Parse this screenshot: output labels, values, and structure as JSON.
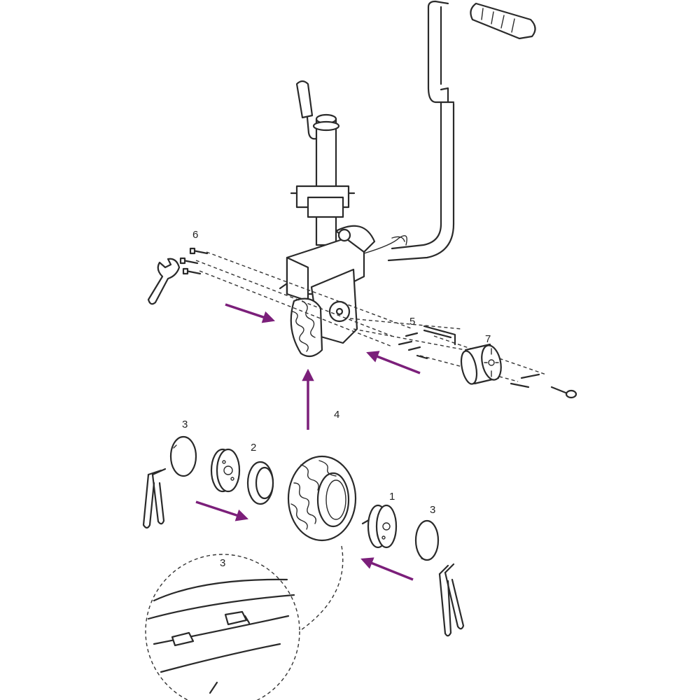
{
  "diagram": {
    "labels": {
      "part_1": "1",
      "part_2": "2",
      "part_3_left": "3",
      "part_3_right": "3",
      "part_3_detail": "3",
      "part_4": "4",
      "part_5": "5",
      "part_6": "6",
      "part_7": "7"
    },
    "colors": {
      "arrow": "#7b1f7a",
      "line": "#2a2a2a",
      "background": "#ffffff"
    },
    "icons": [
      "wrench-icon",
      "hex-key-icon",
      "circlip-pliers-icon",
      "screw-icon",
      "tyre-icon",
      "hub-icon",
      "bearing-icon",
      "circlip-ring-icon",
      "motor-icon",
      "jockey-wheel-assembly-icon"
    ]
  }
}
